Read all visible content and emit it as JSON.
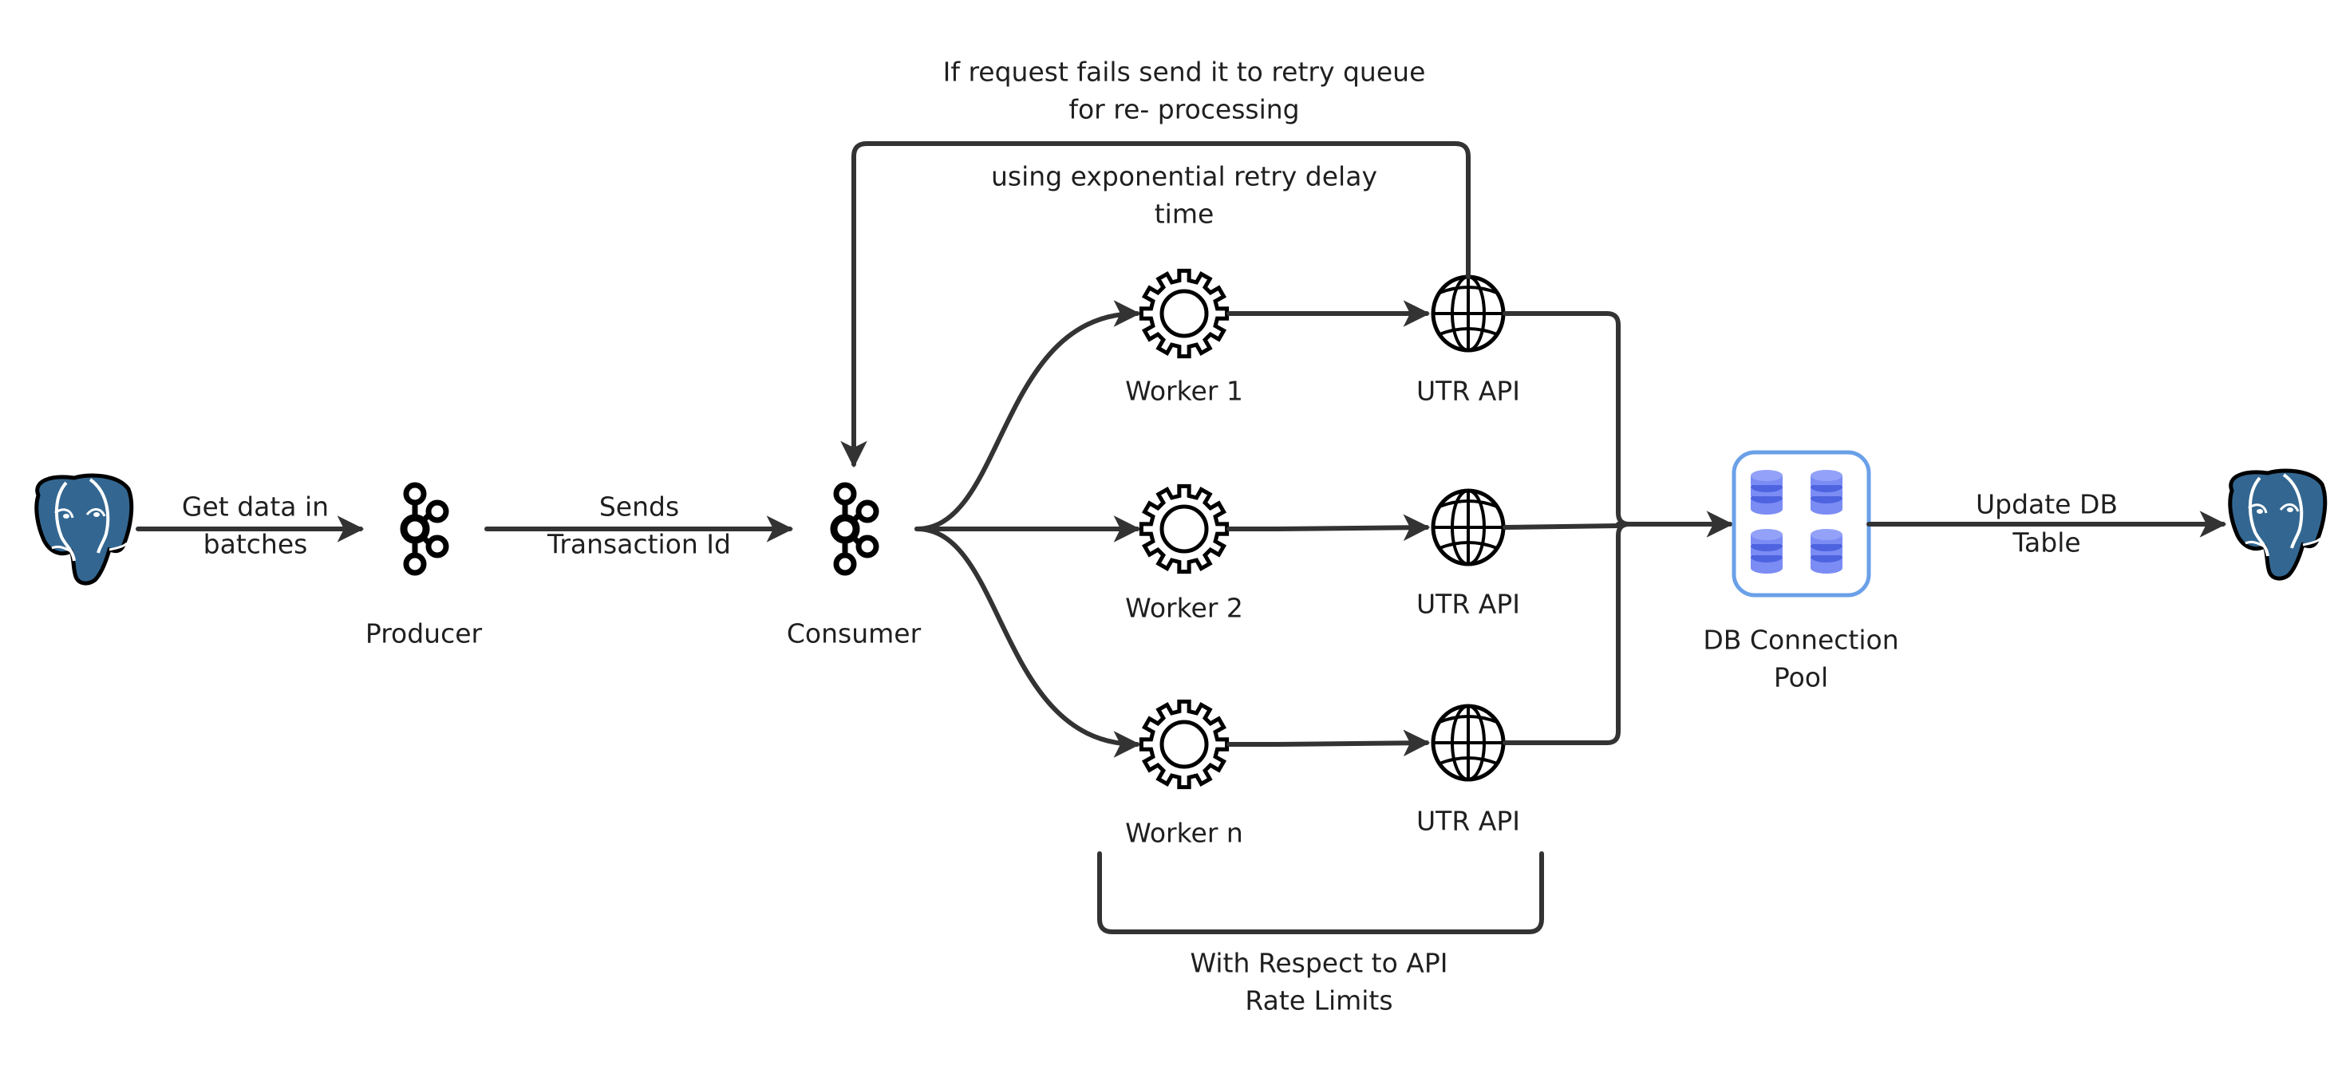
{
  "diagram": {
    "nodes": {
      "source_db": {
        "label": "",
        "icon": "postgresql-elephant-icon"
      },
      "producer": {
        "label": "Producer",
        "icon": "kafka-icon"
      },
      "consumer": {
        "label": "Consumer",
        "icon": "kafka-icon"
      },
      "workers": [
        {
          "label": "Worker 1",
          "icon": "gear-icon"
        },
        {
          "label": "Worker 2",
          "icon": "gear-icon"
        },
        {
          "label": "Worker n",
          "icon": "gear-icon"
        }
      ],
      "apis": [
        {
          "label": "UTR API",
          "icon": "globe-icon"
        },
        {
          "label": "UTR API",
          "icon": "globe-icon"
        },
        {
          "label": "UTR API",
          "icon": "globe-icon"
        }
      ],
      "db_pool": {
        "label_lines": [
          "DB Connection",
          "Pool"
        ],
        "icon": "database-pool-icon"
      },
      "target_db": {
        "label": "",
        "icon": "postgresql-elephant-icon"
      }
    },
    "edges": {
      "source_to_producer": {
        "label_lines": [
          "Get data in",
          "batches"
        ]
      },
      "producer_to_consumer": {
        "label_lines": [
          "Sends",
          "Transaction Id"
        ]
      },
      "pool_to_target": {
        "label_lines": [
          "Update DB",
          "Table"
        ]
      }
    },
    "retry": {
      "top_lines": [
        "If request fails send it to retry queue",
        "for re- processing"
      ],
      "inner_lines": [
        "using exponential retry delay",
        "time"
      ]
    },
    "rate_limit": {
      "label_lines": [
        "With Respect to API",
        "Rate Limits"
      ]
    },
    "colors": {
      "edge": "#333333",
      "elephant_fill": "#336791",
      "pool_border": "#6aa0e8",
      "db_light": "#7b8cf4",
      "db_dark": "#4e63e0"
    }
  }
}
